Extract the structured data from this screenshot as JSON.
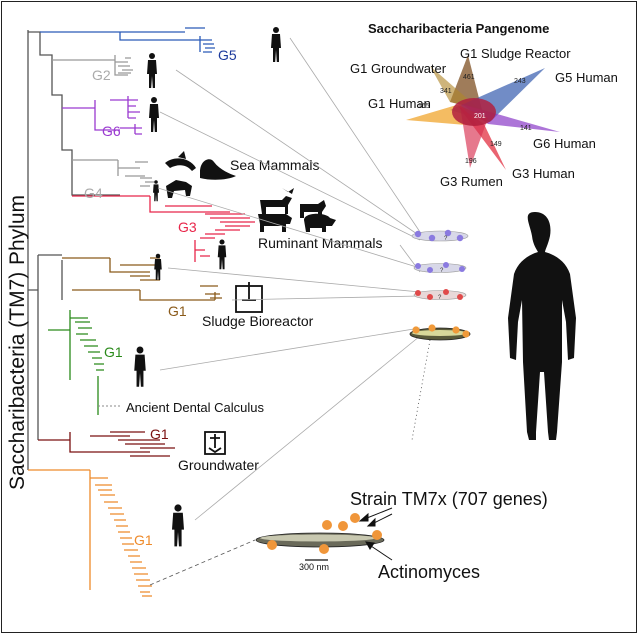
{
  "axis_label": {
    "line1": "Saccharibacteria (TM7)",
    "line2": "Phylum"
  },
  "groups": {
    "g5": "G5",
    "g2": "G2",
    "g6": "G6",
    "g4": "G4",
    "g3": "G3",
    "g1_sludge": "G1",
    "g1_human": "G1",
    "g1_ground": "G1",
    "g1_human2": "G1"
  },
  "habitats": {
    "sea_mammals": "Sea Mammals",
    "ruminant_mammals": "Ruminant Mammals",
    "sludge_bioreactor": "Sludge Bioreactor",
    "ancient_dental": "Ancient Dental Calculus",
    "groundwater": "Groundwater"
  },
  "pangenome": {
    "title": "Saccharibacteria Pangenome",
    "labels": {
      "g1_sludge": "G1 Sludge Reactor",
      "g1_groundwater": "G1 Groundwater",
      "g5_human": "G5 Human",
      "g1_human": "G1 Human",
      "g6_human": "G6 Human",
      "g3_human": "G3 Human",
      "g3_rumen": "G3 Rumen"
    },
    "numbers": {
      "n461": "461",
      "n341": "341",
      "n243": "243",
      "n165": "165",
      "n201": "201",
      "n141": "141",
      "n149": "149",
      "n196": "196"
    },
    "colors": {
      "sludge": "#7a4a1a",
      "groundwater": "#b0862a",
      "g5": "#3a5fb0",
      "g1_human": "#f0a020",
      "g6": "#8a3ac8",
      "g3_human": "#e0283a",
      "g3_rumen": "#d83050"
    }
  },
  "strain": {
    "label": "Strain TM7x (707 genes)",
    "host": "Actinomyces",
    "scale": "300 nm",
    "dot_mark": "?"
  },
  "colors": {
    "g5": "#1c3a9c",
    "g2": "#aaaaaa",
    "g6": "#9a3ad0",
    "g4": "#aaaaaa",
    "g3": "#e8264a",
    "g1_sludge": "#8a5a1a",
    "g1_human": "#2a8a1a",
    "g1_ground": "#7a1010",
    "g1_human2": "#ee8a2a",
    "root": "#4a4a4a"
  }
}
